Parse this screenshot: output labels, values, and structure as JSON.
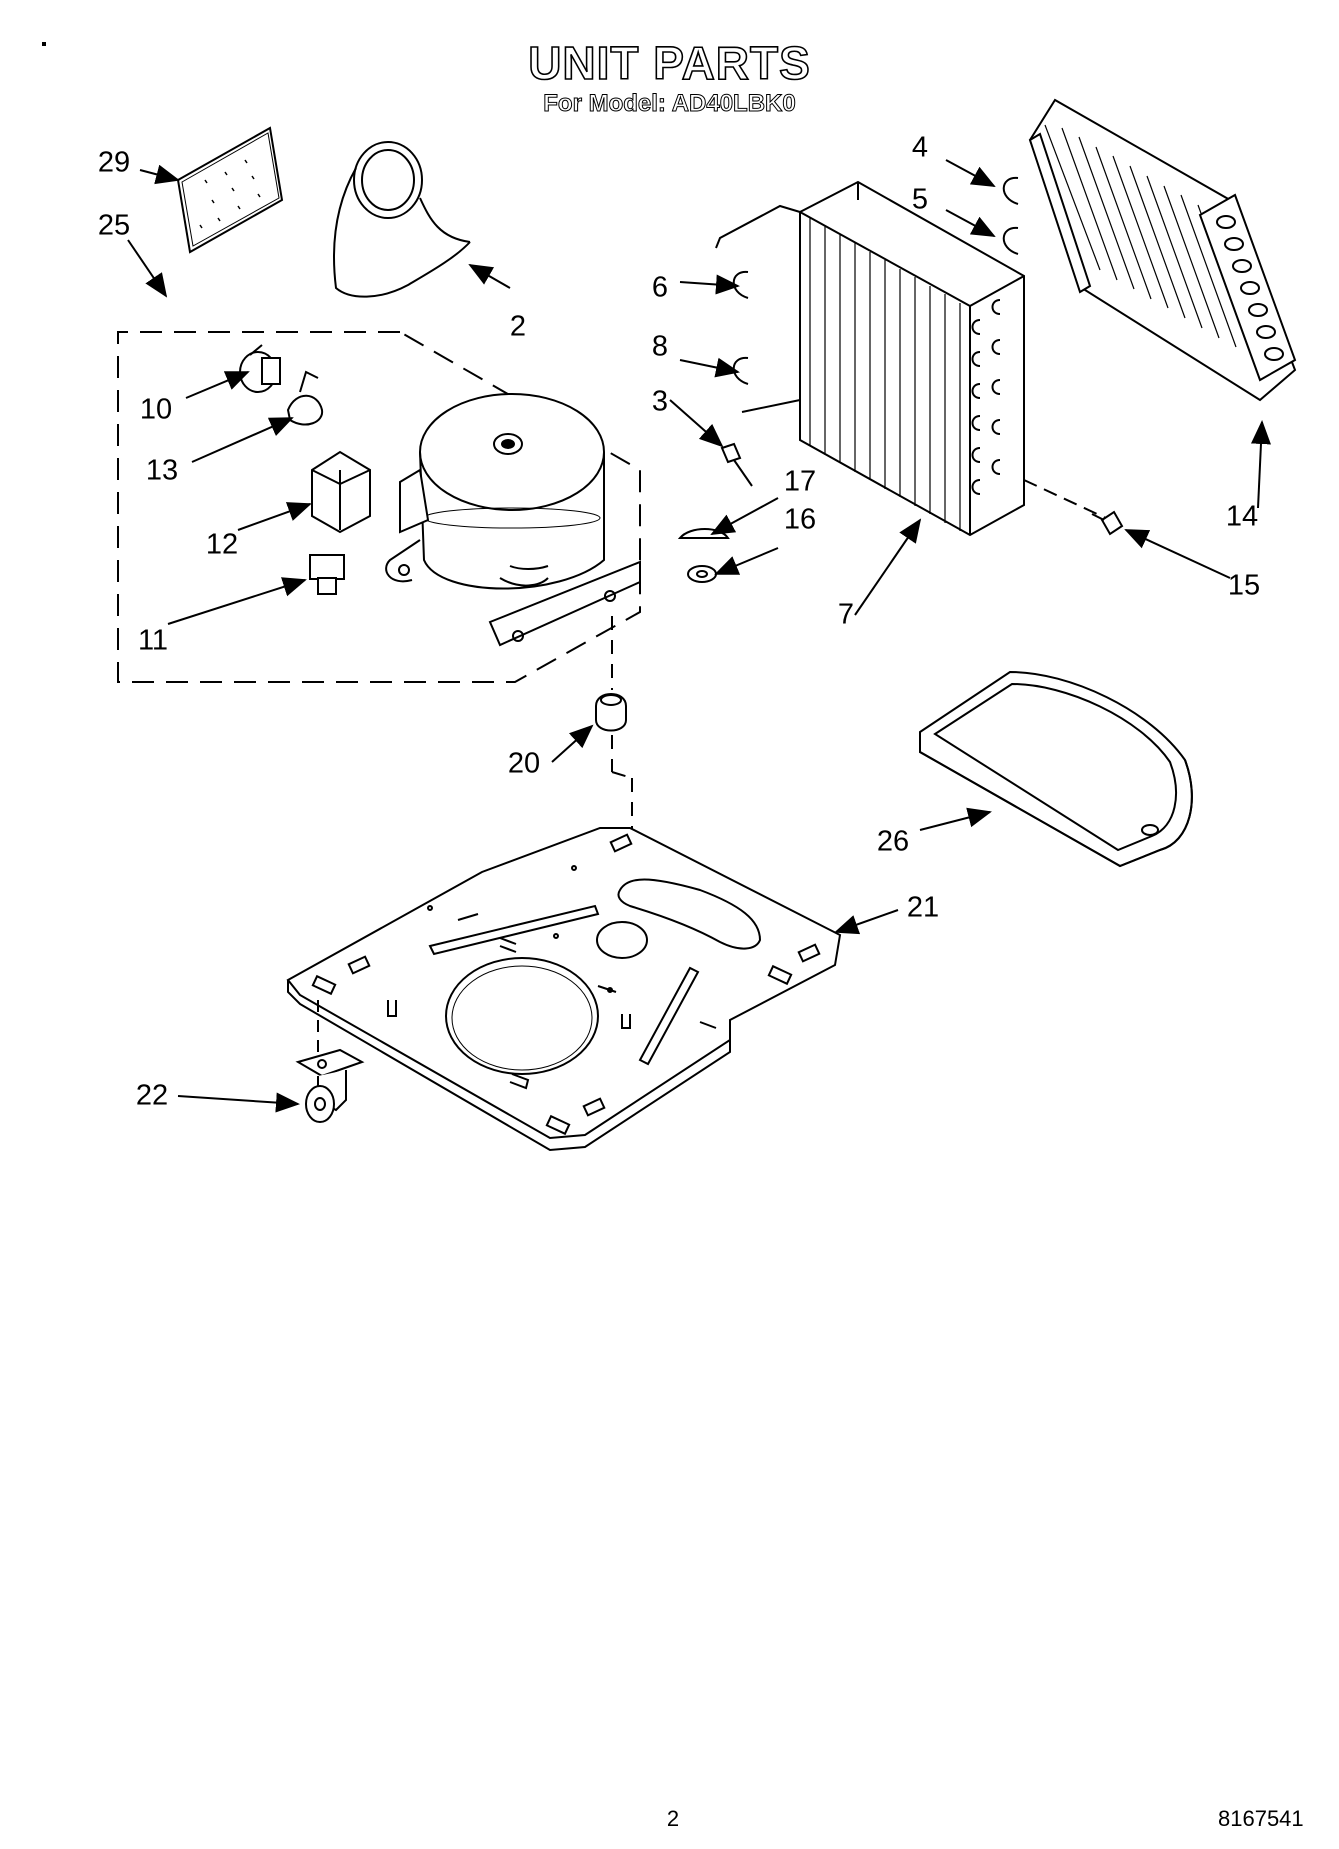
{
  "header": {
    "title": "UNIT PARTS",
    "model": "For Model: AD40LBK0"
  },
  "callouts": [
    "29",
    "25",
    "2",
    "10",
    "13",
    "12",
    "11",
    "4",
    "5",
    "6",
    "8",
    "3",
    "17",
    "16",
    "7",
    "14",
    "15",
    "20",
    "26",
    "21",
    "22"
  ],
  "footer": {
    "page_number": "2",
    "document_id": "8167541"
  }
}
